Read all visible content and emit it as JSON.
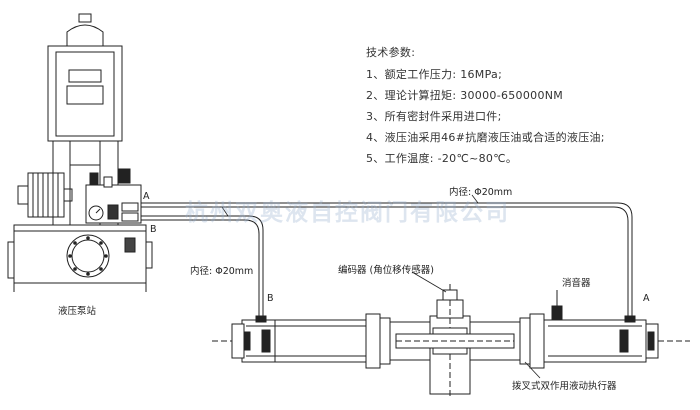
{
  "specs": {
    "title": "技术参数:",
    "items": [
      "1、额定工作压力: 16MPa;",
      "2、理论计算扭矩: 30000-650000NM",
      "3、所有密封件采用进口件;",
      "4、液压油采用46#抗磨液压油或合适的液压油;",
      "5、工作温度: -20℃~80℃。"
    ]
  },
  "labels": {
    "pump_station": "液压泵站",
    "port_a_pump": "A",
    "port_b_pump": "B",
    "port_b_actuator": "B",
    "port_a_actuator": "A",
    "pipe_diameter_top": "内径: Φ20mm",
    "pipe_diameter_left": "内径: Φ20mm",
    "encoder": "编码器 (角位移传感器)",
    "muffler": "消音器",
    "actuator": "拨叉式双作用液动执行器"
  },
  "watermark": "杭州双奥液自控阀门有限公司",
  "colors": {
    "line": "#222222",
    "watermark": "#9fb6d2"
  }
}
